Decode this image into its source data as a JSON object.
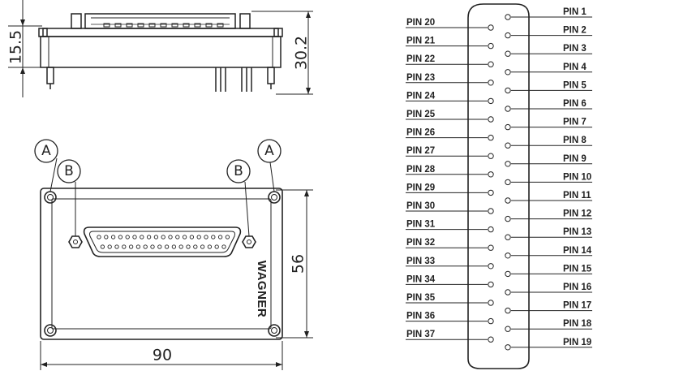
{
  "dimensions": {
    "height_left": "15.5",
    "height_right": "30.2",
    "depth": "56",
    "width": "90"
  },
  "callouts": {
    "a": "A",
    "b": "B"
  },
  "brand": "WAGNER",
  "pins_left": [
    "PIN 20",
    "PIN 21",
    "PIN 22",
    "PIN 23",
    "PIN 24",
    "PIN 25",
    "PIN 26",
    "PIN 27",
    "PIN 28",
    "PIN 29",
    "PIN 30",
    "PIN 31",
    "PIN 32",
    "PIN 33",
    "PIN 34",
    "PIN 35",
    "PIN 36",
    "PIN 37"
  ],
  "pins_right": [
    "PIN 1",
    "PIN 2",
    "PIN 3",
    "PIN 4",
    "PIN 5",
    "PIN 6",
    "PIN 7",
    "PIN 8",
    "PIN 9",
    "PIN 10",
    "PIN 11",
    "PIN 12",
    "PIN 13",
    "PIN 14",
    "PIN 15",
    "PIN 16",
    "PIN 17",
    "PIN 18",
    "PIN 19"
  ]
}
